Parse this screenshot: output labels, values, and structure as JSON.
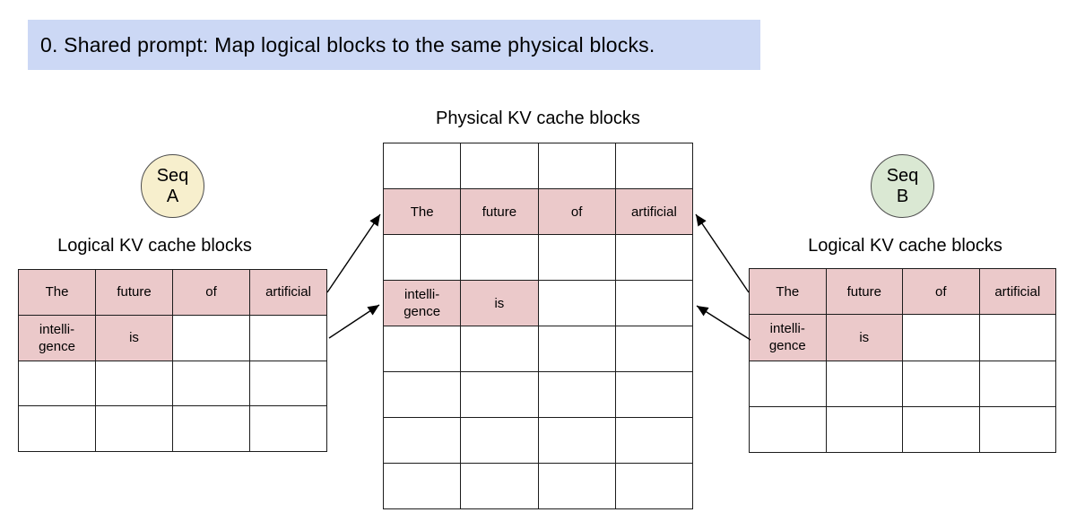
{
  "colors": {
    "banner_bg": "#ccd8f5",
    "filled_cell": "#ebc9ca",
    "seq_a_fill": "#f7efcd",
    "seq_b_fill": "#dae8d3",
    "table_border": "#1c1c1c",
    "circle_border": "#4d4d4d",
    "arrow": "#000000"
  },
  "banner": {
    "text": "0. Shared prompt: Map logical blocks to the same physical blocks."
  },
  "physical": {
    "title": "Physical KV cache blocks",
    "table": {
      "rows": 8,
      "cols": 4,
      "cells": [
        [
          [
            "",
            0
          ],
          [
            "",
            0
          ],
          [
            "",
            0
          ],
          [
            "",
            0
          ]
        ],
        [
          [
            "The",
            1
          ],
          [
            "future",
            1
          ],
          [
            "of",
            1
          ],
          [
            "artificial",
            1
          ]
        ],
        [
          [
            "",
            0
          ],
          [
            "",
            0
          ],
          [
            "",
            0
          ],
          [
            "",
            0
          ]
        ],
        [
          [
            "intelli-\ngence",
            1
          ],
          [
            "is",
            1
          ],
          [
            "",
            0
          ],
          [
            "",
            0
          ]
        ],
        [
          [
            "",
            0
          ],
          [
            "",
            0
          ],
          [
            "",
            0
          ],
          [
            "",
            0
          ]
        ],
        [
          [
            "",
            0
          ],
          [
            "",
            0
          ],
          [
            "",
            0
          ],
          [
            "",
            0
          ]
        ],
        [
          [
            "",
            0
          ],
          [
            "",
            0
          ],
          [
            "",
            0
          ],
          [
            "",
            0
          ]
        ],
        [
          [
            "",
            0
          ],
          [
            "",
            0
          ],
          [
            "",
            0
          ],
          [
            "",
            0
          ]
        ]
      ]
    }
  },
  "seq_a": {
    "badge": "Seq\nA",
    "section_title": "Logical KV cache blocks",
    "table": {
      "rows": 4,
      "cols": 4,
      "cells": [
        [
          [
            "The",
            1
          ],
          [
            "future",
            1
          ],
          [
            "of",
            1
          ],
          [
            "artificial",
            1
          ]
        ],
        [
          [
            "intelli-\ngence",
            1
          ],
          [
            "is",
            1
          ],
          [
            "",
            0
          ],
          [
            "",
            0
          ]
        ],
        [
          [
            "",
            0
          ],
          [
            "",
            0
          ],
          [
            "",
            0
          ],
          [
            "",
            0
          ]
        ],
        [
          [
            "",
            0
          ],
          [
            "",
            0
          ],
          [
            "",
            0
          ],
          [
            "",
            0
          ]
        ]
      ]
    }
  },
  "seq_b": {
    "badge": "Seq\nB",
    "section_title": "Logical KV cache blocks",
    "table": {
      "rows": 4,
      "cols": 4,
      "cells": [
        [
          [
            "The",
            1
          ],
          [
            "future",
            1
          ],
          [
            "of",
            1
          ],
          [
            "artificial",
            1
          ]
        ],
        [
          [
            "intelli-\ngence",
            1
          ],
          [
            "is",
            1
          ],
          [
            "",
            0
          ],
          [
            "",
            0
          ]
        ],
        [
          [
            "",
            0
          ],
          [
            "",
            0
          ],
          [
            "",
            0
          ],
          [
            "",
            0
          ]
        ],
        [
          [
            "",
            0
          ],
          [
            "",
            0
          ],
          [
            "",
            0
          ],
          [
            "",
            0
          ]
        ]
      ]
    }
  }
}
